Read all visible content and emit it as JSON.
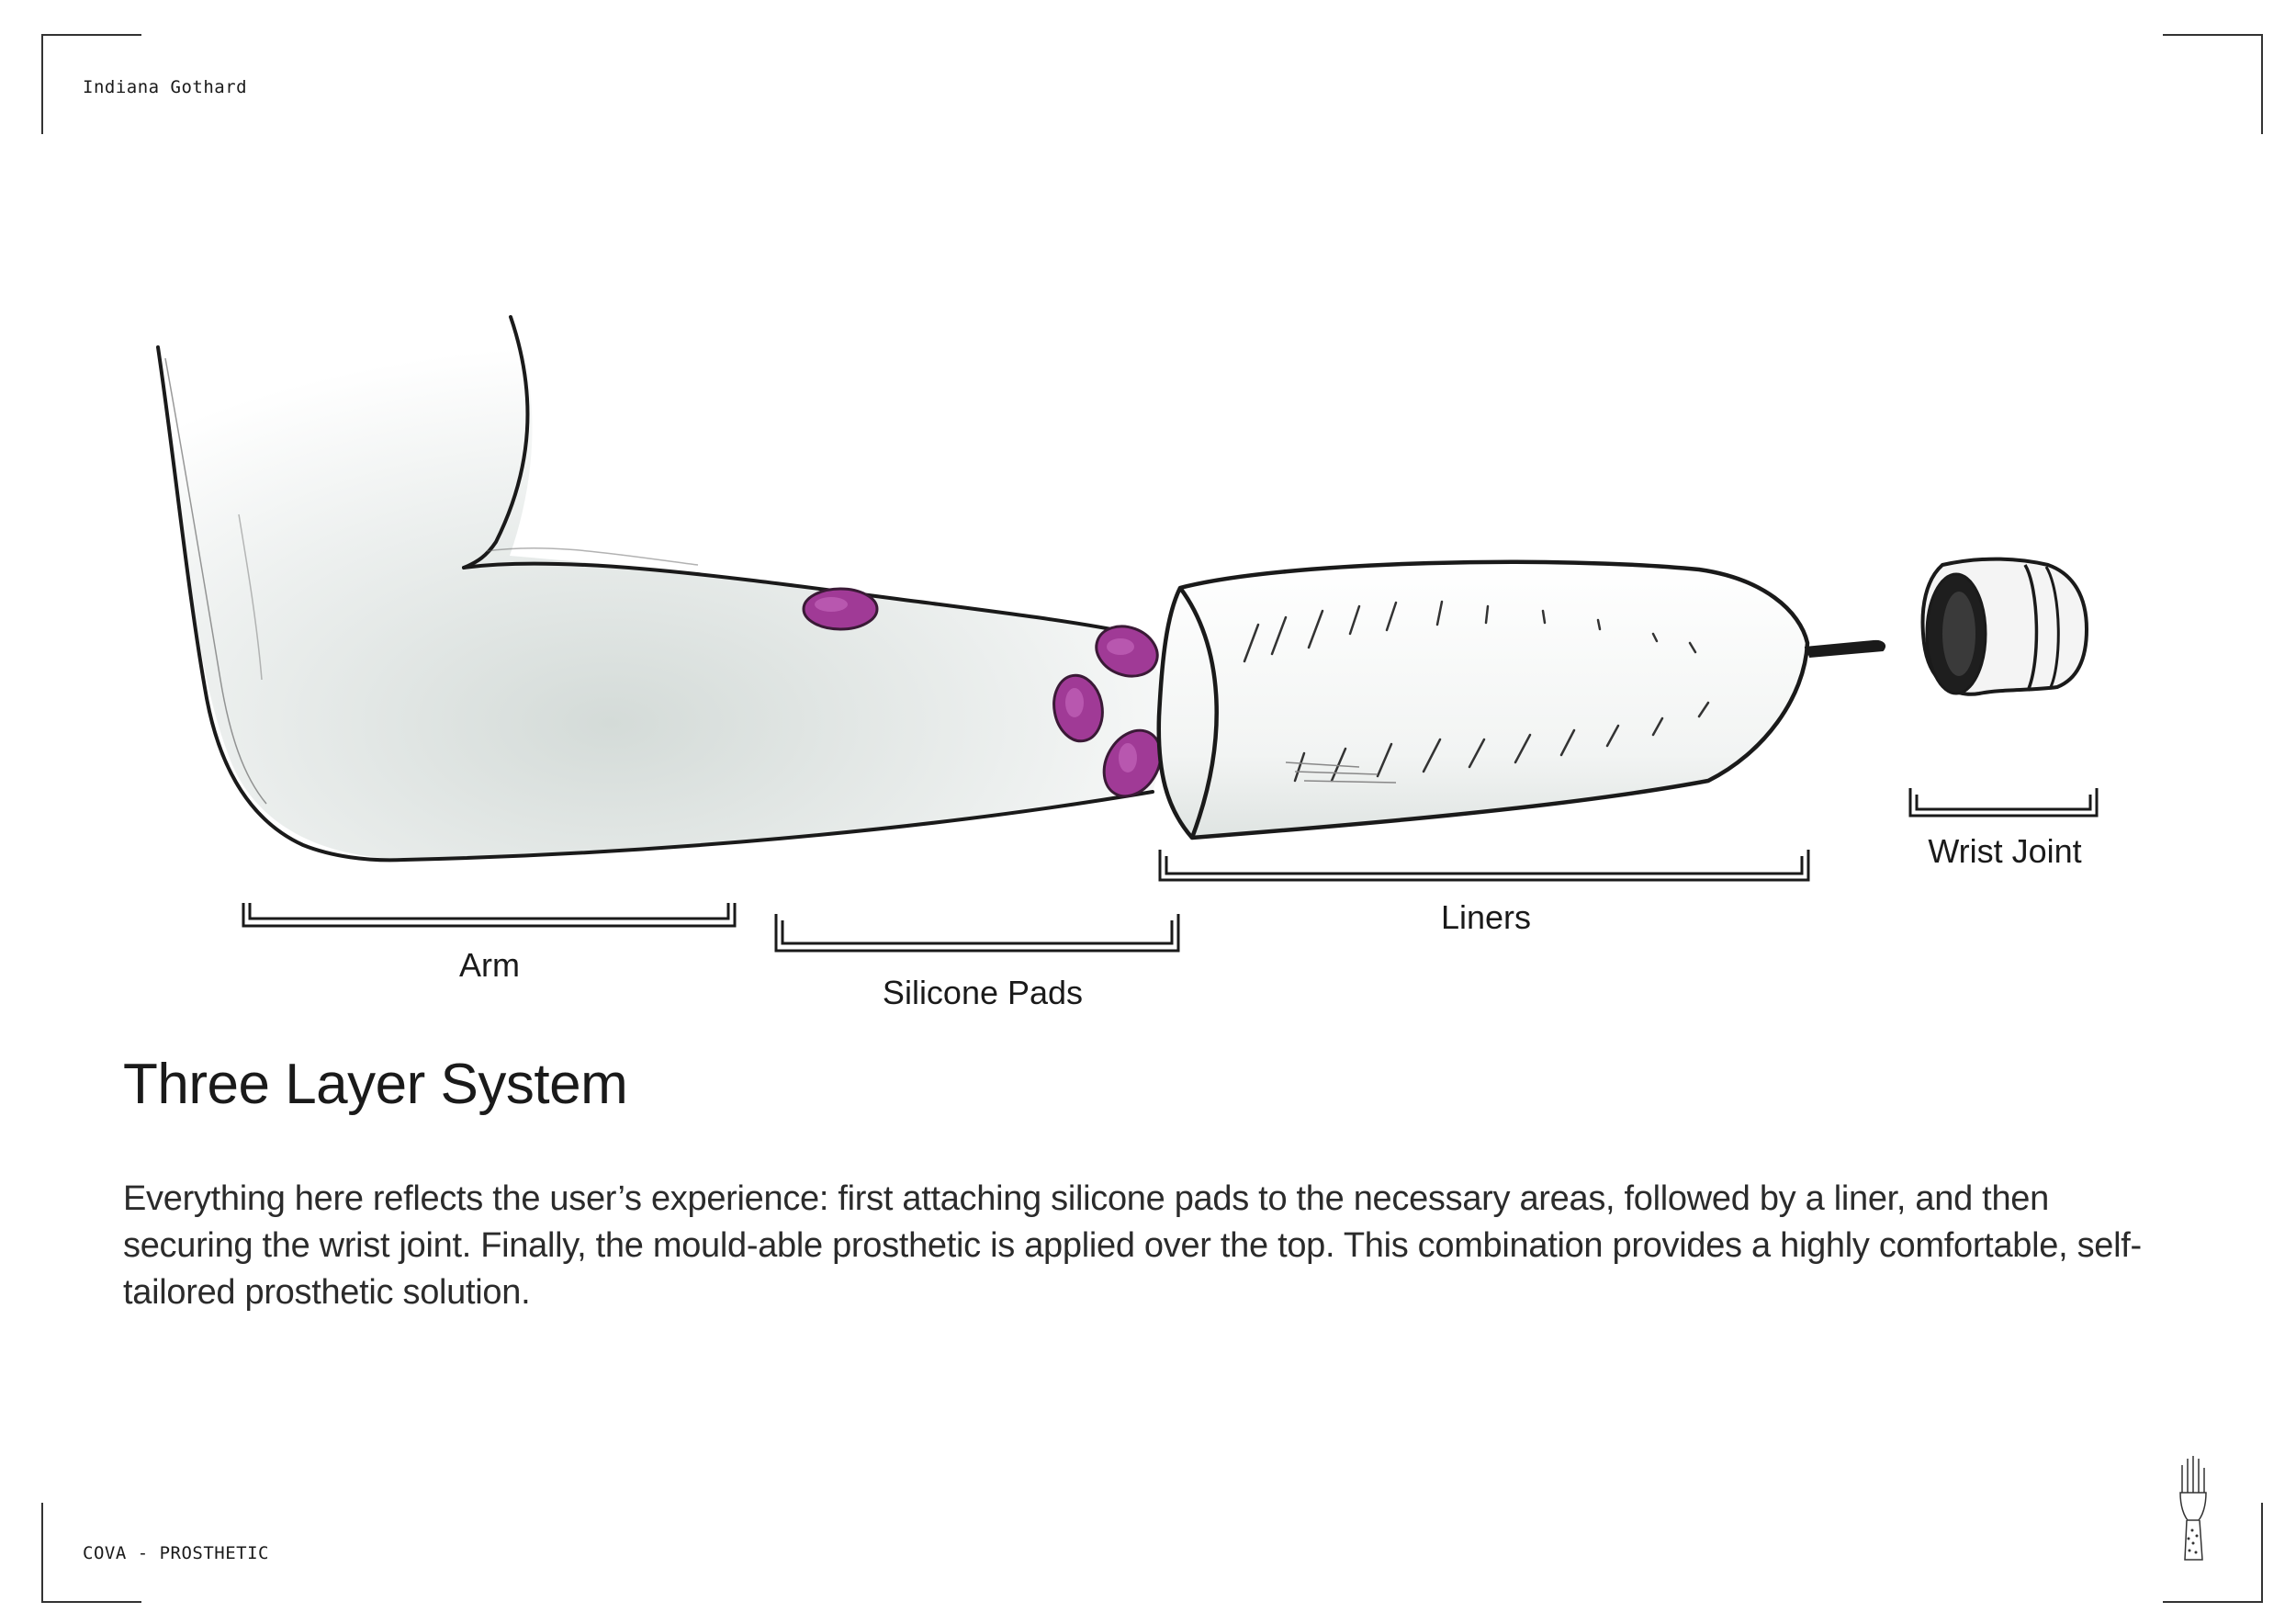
{
  "header": {
    "author": "Indiana Gothard"
  },
  "footer": {
    "project": "COVA - PROSTHETIC"
  },
  "diagram": {
    "labels": {
      "arm": "Arm",
      "silicone_pads": "Silicone Pads",
      "liners": "Liners",
      "wrist_joint": "Wrist Joint"
    },
    "colors": {
      "pad_fill": "#a03a96",
      "pad_highlight": "#c86ac0",
      "ink": "#1a1a1a"
    }
  },
  "content": {
    "title": "Three Layer System",
    "description": "Everything here reflects the user’s experience: first attaching silicone pads to the necessary areas, followed by a liner, and then securing the wrist joint. Finally, the mould-able prosthetic is applied over the top. This combination provides a highly comfortable, self-tailored prosthetic solution."
  }
}
